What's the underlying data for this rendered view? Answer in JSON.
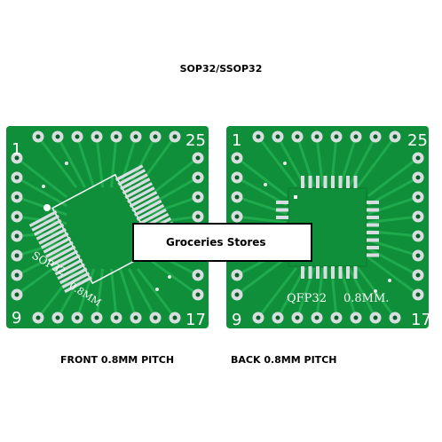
{
  "title": "SOP32/SSOP32",
  "overlay_label": "Groceries Stores",
  "captions": {
    "front": "FRONT 0.8MM PITCH",
    "back": "BACK 0.8MM PITCH"
  },
  "front_board": {
    "pin_first": "1",
    "pin_top_right": "25",
    "pin_bottom_left": "9",
    "pin_bottom_right": "17",
    "package_label": "SOP32",
    "pitch_label": "0.8MM"
  },
  "back_board": {
    "pin_first": "1",
    "pin_top_right": "25",
    "pin_bottom_left": "9",
    "pin_bottom_right": "17",
    "package_label": "QFP32",
    "pitch_label": "0.8MM."
  },
  "colors": {
    "pcb_green": "#0f8f3a",
    "pad_silver": "#d8dde0",
    "trace_green": "#1faa4d"
  }
}
